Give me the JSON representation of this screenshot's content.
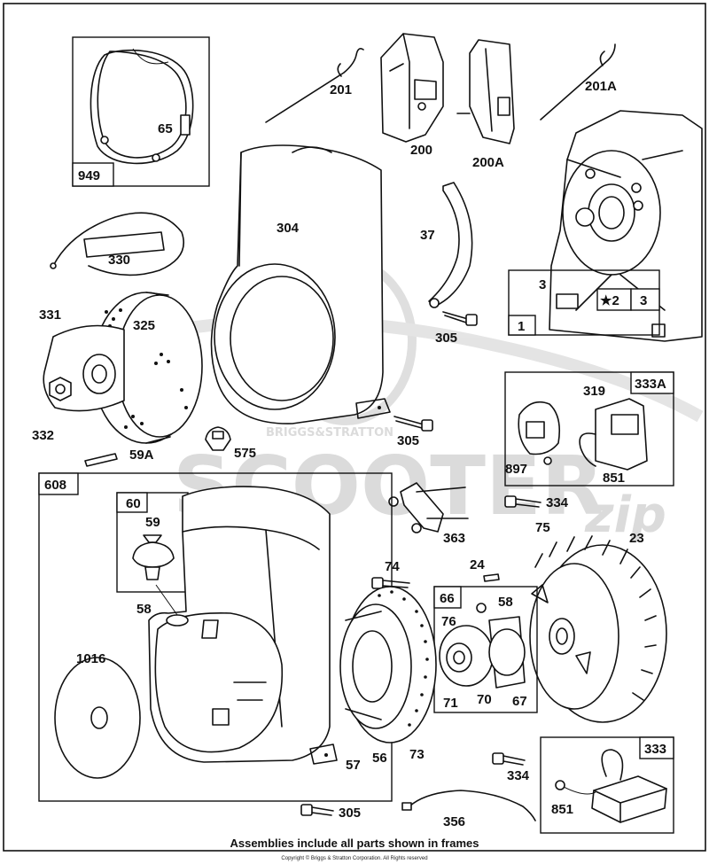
{
  "watermark": {
    "line1": "SCOOTER",
    "line2": "zip",
    "small": "BRIGGS&STRATTON"
  },
  "frames": {
    "f949": "949",
    "f1": "1",
    "f2": "★2",
    "f3": "3",
    "f333A": "333A",
    "f608": "608",
    "f60": "60",
    "f66": "66",
    "f333": "333"
  },
  "labels": {
    "l65": "65",
    "l201": "201",
    "l200": "200",
    "l200A": "200A",
    "l201A": "201A",
    "l304": "304",
    "l37": "37",
    "l3": "3",
    "l330": "330",
    "l331": "331",
    "l325": "325",
    "l332": "332",
    "l305a": "305",
    "l305b": "305",
    "l305c": "305",
    "l59A": "59A",
    "l575": "575",
    "l319": "319",
    "l897": "897",
    "l851a": "851",
    "l334a": "334",
    "l363": "363",
    "l75": "75",
    "l23": "23",
    "l59": "59",
    "l58a": "58",
    "l74": "74",
    "l24": "24",
    "l58b": "58",
    "l76": "76",
    "l1016": "1016",
    "l71": "71",
    "l70": "70",
    "l67": "67",
    "l57": "57",
    "l56": "56",
    "l73": "73",
    "l334b": "334",
    "l356": "356",
    "l851b": "851"
  },
  "footer": {
    "note": "Assemblies include all parts shown in frames",
    "copyright": "Copyright © Briggs & Stratton Corporation. All Rights reserved"
  }
}
